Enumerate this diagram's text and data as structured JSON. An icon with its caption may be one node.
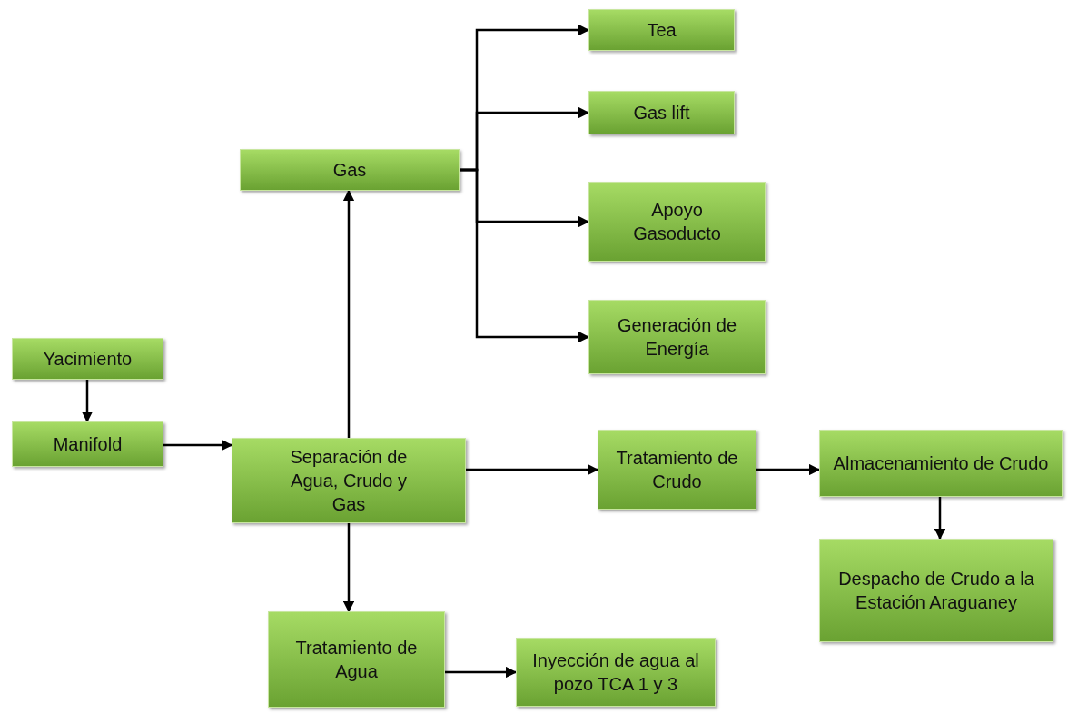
{
  "diagram": {
    "nodes": [
      {
        "text": [
          "Yacimiento"
        ]
      },
      {
        "text": [
          "Manifold"
        ]
      },
      {
        "text": [
          "Separación de Agua, Crudo y Gas"
        ]
      },
      {
        "text": [
          "Gas"
        ]
      },
      {
        "text": [
          "Tea"
        ]
      },
      {
        "text": [
          "Gas lift"
        ]
      },
      {
        "text": [
          "Apoyo Gasoducto"
        ]
      },
      {
        "text": [
          "Generación de Energía"
        ]
      },
      {
        "text": [
          "Tratamiento de Crudo"
        ]
      },
      {
        "text": [
          "Almacenamiento de Crudo"
        ]
      },
      {
        "text": [
          "Despacho de Crudo a la Estación Araguaney"
        ]
      },
      {
        "text": [
          "Tratamiento de Agua"
        ]
      },
      {
        "text": [
          "Inyección de agua al pozo TCA 1 y 3"
        ]
      }
    ],
    "edges": [
      {
        "from": 0,
        "to": 1,
        "arrow": "to"
      },
      {
        "from": 1,
        "to": 2,
        "arrow": "to"
      },
      {
        "from": 2,
        "to": 3,
        "arrow": "to"
      },
      {
        "from": 2,
        "to": 8,
        "arrow": "to"
      },
      {
        "from": 2,
        "to": 11,
        "arrow": "to"
      },
      {
        "from": 3,
        "to": 4,
        "arrow": "to"
      },
      {
        "from": 3,
        "to": 5,
        "arrow": "to"
      },
      {
        "from": 3,
        "to": 6,
        "arrow": "to"
      },
      {
        "from": 3,
        "to": 7,
        "arrow": "to"
      },
      {
        "from": 8,
        "to": 9,
        "arrow": "to"
      },
      {
        "from": 9,
        "to": 10,
        "arrow": "to"
      },
      {
        "from": 11,
        "to": 12,
        "arrow": "to"
      }
    ]
  }
}
